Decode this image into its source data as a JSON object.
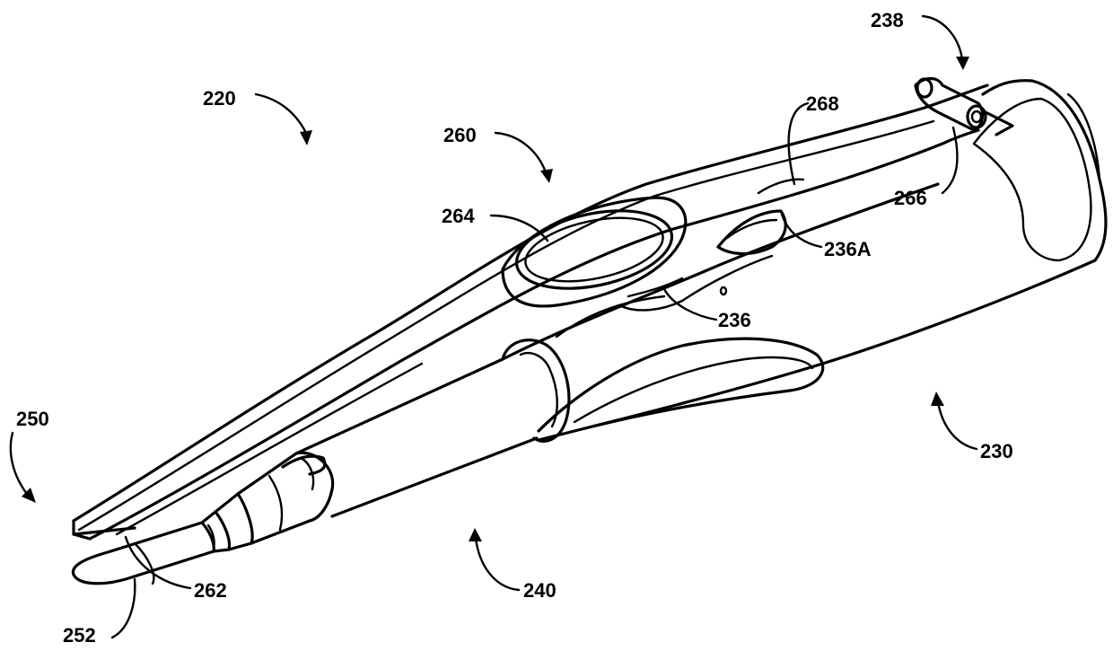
{
  "figure": {
    "labels": {
      "l220": "220",
      "l238": "238",
      "l268": "268",
      "l260": "260",
      "l264": "264",
      "l266": "266",
      "l236A": "236A",
      "l236": "236",
      "l250": "250",
      "l230": "230",
      "l240": "240",
      "l262": "262",
      "l252": "252"
    }
  }
}
